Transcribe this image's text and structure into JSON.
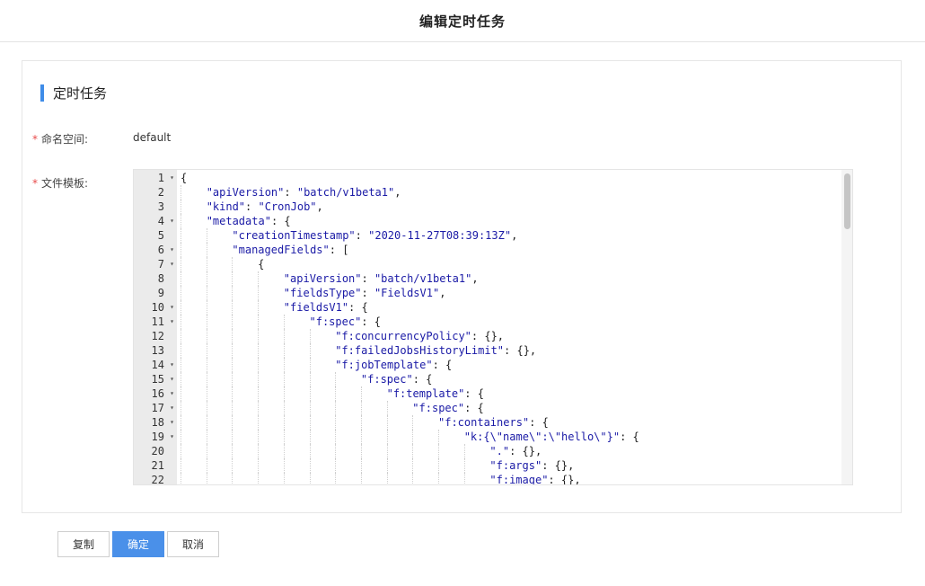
{
  "header": {
    "title": "编辑定时任务"
  },
  "section": {
    "title": "定时任务"
  },
  "form": {
    "namespace": {
      "required_mark": "*",
      "label": "命名空间:",
      "value": "default"
    },
    "template": {
      "required_mark": "*",
      "label": "文件模板:"
    }
  },
  "editor": {
    "lines": [
      {
        "n": "1",
        "fold": true,
        "indent": 0,
        "tokens": [
          [
            "p",
            "{"
          ]
        ]
      },
      {
        "n": "2",
        "fold": false,
        "indent": 1,
        "tokens": [
          [
            "k",
            "\"apiVersion\""
          ],
          [
            "p",
            ": "
          ],
          [
            "s",
            "\"batch/v1beta1\""
          ],
          [
            "p",
            ","
          ]
        ]
      },
      {
        "n": "3",
        "fold": false,
        "indent": 1,
        "tokens": [
          [
            "k",
            "\"kind\""
          ],
          [
            "p",
            ": "
          ],
          [
            "s",
            "\"CronJob\""
          ],
          [
            "p",
            ","
          ]
        ]
      },
      {
        "n": "4",
        "fold": true,
        "indent": 1,
        "tokens": [
          [
            "k",
            "\"metadata\""
          ],
          [
            "p",
            ": {"
          ]
        ]
      },
      {
        "n": "5",
        "fold": false,
        "indent": 2,
        "tokens": [
          [
            "k",
            "\"creationTimestamp\""
          ],
          [
            "p",
            ": "
          ],
          [
            "s",
            "\"2020-11-27T08:39:13Z\""
          ],
          [
            "p",
            ","
          ]
        ]
      },
      {
        "n": "6",
        "fold": true,
        "indent": 2,
        "tokens": [
          [
            "k",
            "\"managedFields\""
          ],
          [
            "p",
            ": ["
          ]
        ]
      },
      {
        "n": "7",
        "fold": true,
        "indent": 3,
        "tokens": [
          [
            "p",
            "{"
          ]
        ]
      },
      {
        "n": "8",
        "fold": false,
        "indent": 4,
        "tokens": [
          [
            "k",
            "\"apiVersion\""
          ],
          [
            "p",
            ": "
          ],
          [
            "s",
            "\"batch/v1beta1\""
          ],
          [
            "p",
            ","
          ]
        ]
      },
      {
        "n": "9",
        "fold": false,
        "indent": 4,
        "tokens": [
          [
            "k",
            "\"fieldsType\""
          ],
          [
            "p",
            ": "
          ],
          [
            "s",
            "\"FieldsV1\""
          ],
          [
            "p",
            ","
          ]
        ]
      },
      {
        "n": "10",
        "fold": true,
        "indent": 4,
        "tokens": [
          [
            "k",
            "\"fieldsV1\""
          ],
          [
            "p",
            ": {"
          ]
        ]
      },
      {
        "n": "11",
        "fold": true,
        "indent": 5,
        "tokens": [
          [
            "k",
            "\"f:spec\""
          ],
          [
            "p",
            ": {"
          ]
        ]
      },
      {
        "n": "12",
        "fold": false,
        "indent": 6,
        "tokens": [
          [
            "k",
            "\"f:concurrencyPolicy\""
          ],
          [
            "p",
            ": {},"
          ]
        ]
      },
      {
        "n": "13",
        "fold": false,
        "indent": 6,
        "tokens": [
          [
            "k",
            "\"f:failedJobsHistoryLimit\""
          ],
          [
            "p",
            ": {},"
          ]
        ]
      },
      {
        "n": "14",
        "fold": true,
        "indent": 6,
        "tokens": [
          [
            "k",
            "\"f:jobTemplate\""
          ],
          [
            "p",
            ": {"
          ]
        ]
      },
      {
        "n": "15",
        "fold": true,
        "indent": 7,
        "tokens": [
          [
            "k",
            "\"f:spec\""
          ],
          [
            "p",
            ": {"
          ]
        ]
      },
      {
        "n": "16",
        "fold": true,
        "indent": 8,
        "tokens": [
          [
            "k",
            "\"f:template\""
          ],
          [
            "p",
            ": {"
          ]
        ]
      },
      {
        "n": "17",
        "fold": true,
        "indent": 9,
        "tokens": [
          [
            "k",
            "\"f:spec\""
          ],
          [
            "p",
            ": {"
          ]
        ]
      },
      {
        "n": "18",
        "fold": true,
        "indent": 10,
        "tokens": [
          [
            "k",
            "\"f:containers\""
          ],
          [
            "p",
            ": {"
          ]
        ]
      },
      {
        "n": "19",
        "fold": true,
        "indent": 11,
        "tokens": [
          [
            "k",
            "\"k:{\\\"name\\\":\\\"hello\\\"}\""
          ],
          [
            "p",
            ": {"
          ]
        ]
      },
      {
        "n": "20",
        "fold": false,
        "indent": 12,
        "tokens": [
          [
            "k",
            "\".\""
          ],
          [
            "p",
            ": {},"
          ]
        ]
      },
      {
        "n": "21",
        "fold": false,
        "indent": 12,
        "tokens": [
          [
            "k",
            "\"f:args\""
          ],
          [
            "p",
            ": {},"
          ]
        ]
      },
      {
        "n": "22",
        "fold": false,
        "indent": 12,
        "tokens": [
          [
            "k",
            "\"f:image\""
          ],
          [
            "p",
            ": {},"
          ]
        ]
      }
    ]
  },
  "buttons": {
    "copy": "复制",
    "confirm": "确定",
    "cancel": "取消"
  },
  "colors": {
    "accent": "#4a90e9",
    "required": "#e84a4a",
    "code_key": "#1a1aa6"
  }
}
